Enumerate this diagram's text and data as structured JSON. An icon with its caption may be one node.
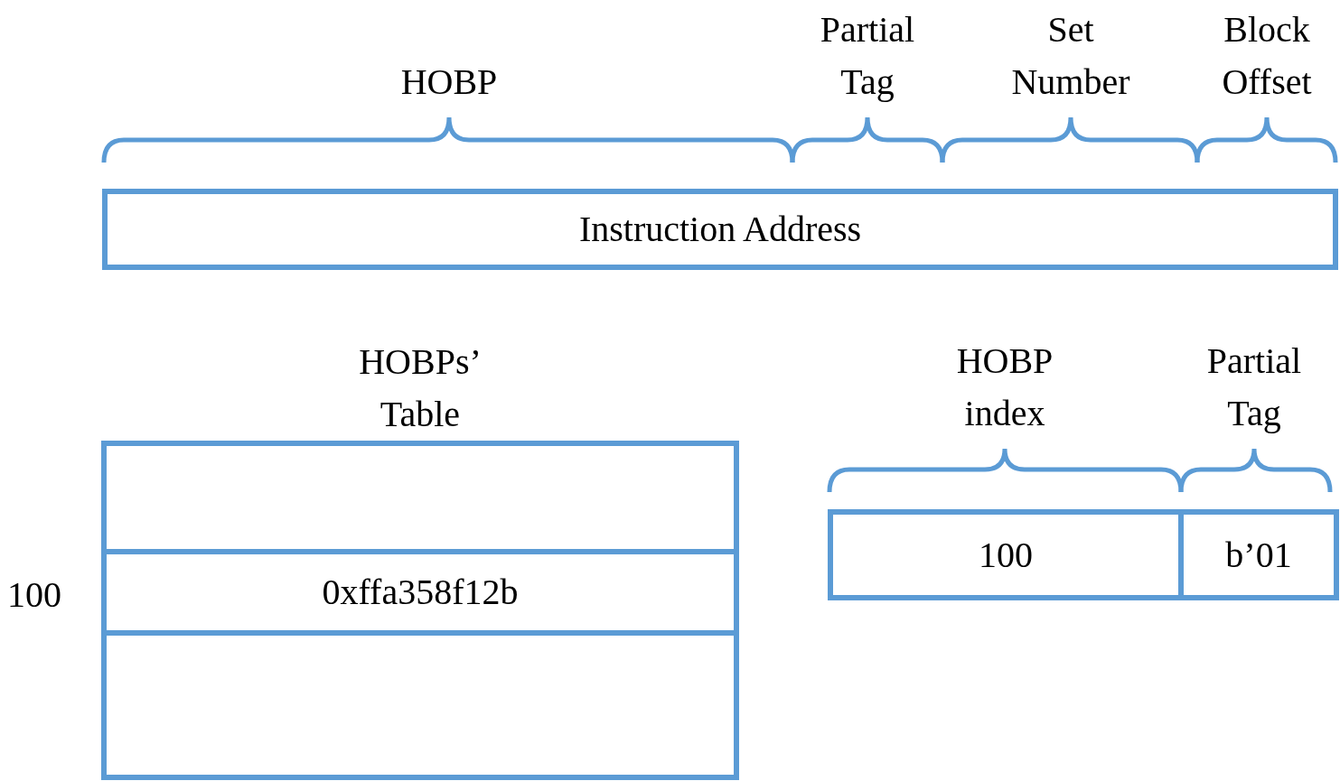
{
  "diagram": {
    "nodes": [
      {
        "text": [
          "Instruction Address"
        ]
      },
      {
        "text": [
          "HOBPs’ Table"
        ]
      },
      {
        "text": [],
        "shape": "box",
        "in": 1
      },
      {
        "text": [
          "0xffa358f12b"
        ],
        "in": 1,
        "beside": [
          "100"
        ]
      },
      {
        "text": [],
        "shape": "box",
        "in": 1
      },
      {
        "text": [
          "100"
        ]
      },
      {
        "text": [
          "b’01"
        ]
      }
    ],
    "edges": [],
    "labels": [
      "HOBP",
      "Partial Tag",
      "Set Number",
      "Block Offset",
      "HOBP index",
      "Partial Tag"
    ]
  }
}
